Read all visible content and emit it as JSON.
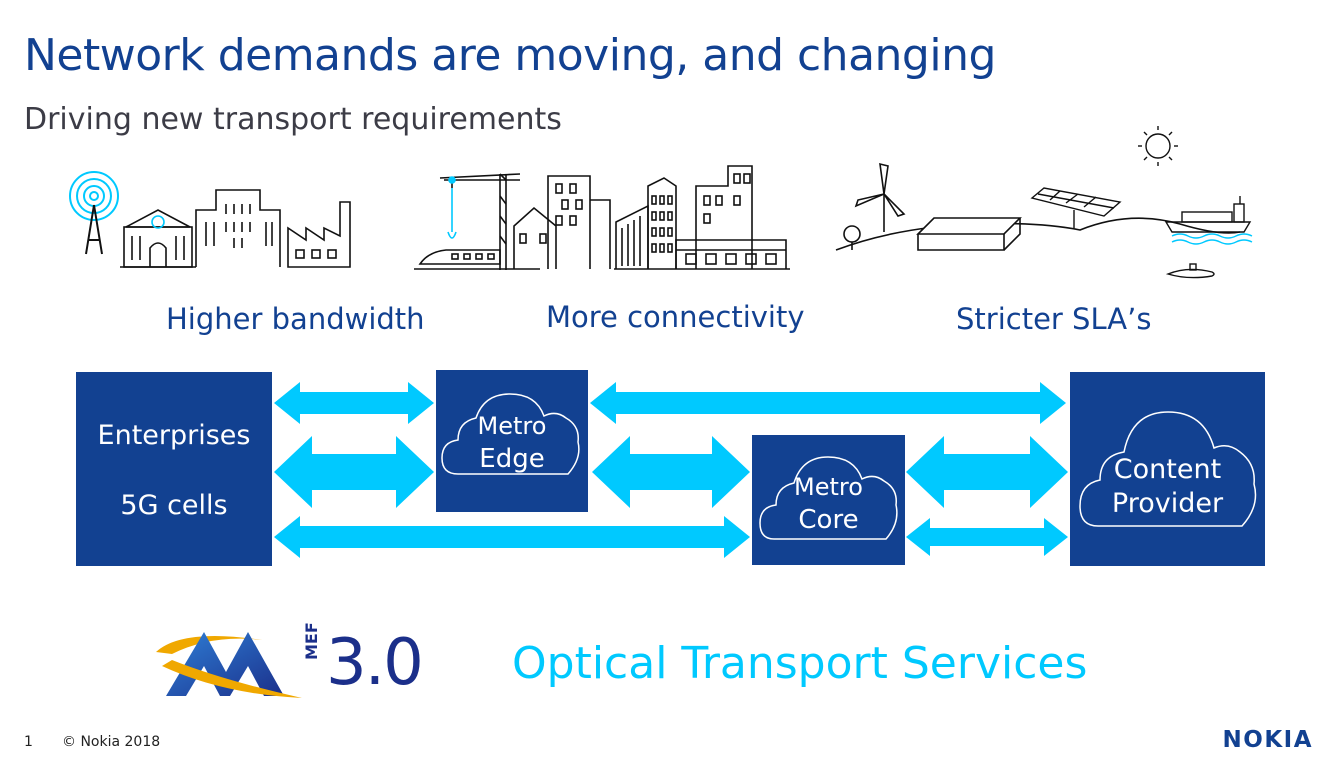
{
  "slide": {
    "title": "Network demands are moving, and changing",
    "subtitle": "Driving new transport requirements"
  },
  "categories": [
    "Higher bandwidth",
    "More connectivity",
    "Stricter SLA’s"
  ],
  "nodes": {
    "enterprise_line1": "Enterprises",
    "enterprise_line2": "5G cells",
    "metro_edge_line1": "Metro",
    "metro_edge_line2": "Edge",
    "metro_core_line1": "Metro",
    "metro_core_line2": "Core",
    "content_line1": "Content",
    "content_line2": "Provider"
  },
  "logo": {
    "mef_text": "MEF",
    "version": "3.0",
    "service_label": "Optical Transport Services"
  },
  "footer": {
    "page_number": "1",
    "copyright": "© Nokia 2018",
    "brand": "NOKIA"
  },
  "colors": {
    "primary": "#124191",
    "arrow": "#00c9ff",
    "text_dark": "#3c3c46"
  },
  "icons": [
    "antenna-icon",
    "bank-icon",
    "office-building-icon",
    "factory-icon",
    "crane-icon",
    "train-icon",
    "city-buildings-icon",
    "wind-turbine-icon",
    "tree-icon",
    "data-center-icon",
    "solar-panel-icon",
    "sun-icon",
    "ship-icon",
    "submarine-icon",
    "cloud-icon"
  ]
}
